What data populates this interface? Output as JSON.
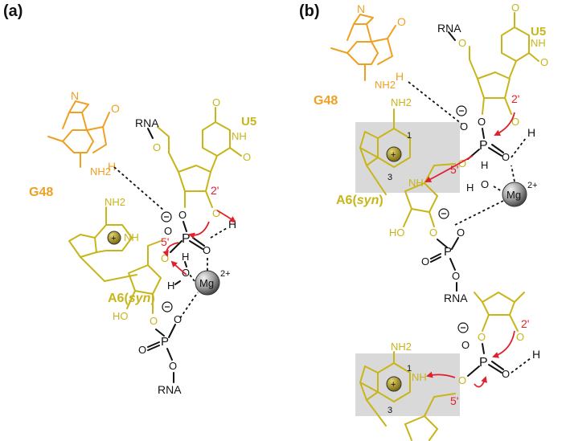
{
  "panels": {
    "a": {
      "label": "(a)",
      "u5": "U5",
      "g48": "G48",
      "a6": "A6",
      "syn": "syn",
      "rna_top": "RNA",
      "rna_bottom": "RNA",
      "mg": "Mg",
      "charge": "2+",
      "two_prime": "2'",
      "five_prime": "5'",
      "oh": "HO",
      "nh2": "NH2",
      "nh": "NH",
      "h": "H",
      "o": "O",
      "p": "P",
      "n": "N"
    },
    "b": {
      "label": "(b)",
      "u5": "U5",
      "g48": "G48",
      "a6": "A6",
      "syn": "syn",
      "rna_top": "RNA",
      "rna_bottom": "RNA",
      "mg": "Mg",
      "charge": "2+",
      "two_prime": "2'",
      "five_prime": "5'",
      "oh": "HO",
      "n1": "1",
      "n3": "3"
    },
    "c": {
      "two_prime": "2'",
      "five_prime": "5'",
      "n1": "1",
      "n3": "3",
      "nh2": "NH2",
      "nh": "NH"
    }
  },
  "colors": {
    "olive": "#c8b51a",
    "orange": "#f0a020",
    "red_arrow": "#e0202a",
    "grey_box": "#d9d9d9",
    "black": "#111111"
  },
  "icons": [
    "mg-sphere-icon",
    "plus-charge-icon",
    "minus-charge-icon",
    "curved-arrow-icon"
  ]
}
